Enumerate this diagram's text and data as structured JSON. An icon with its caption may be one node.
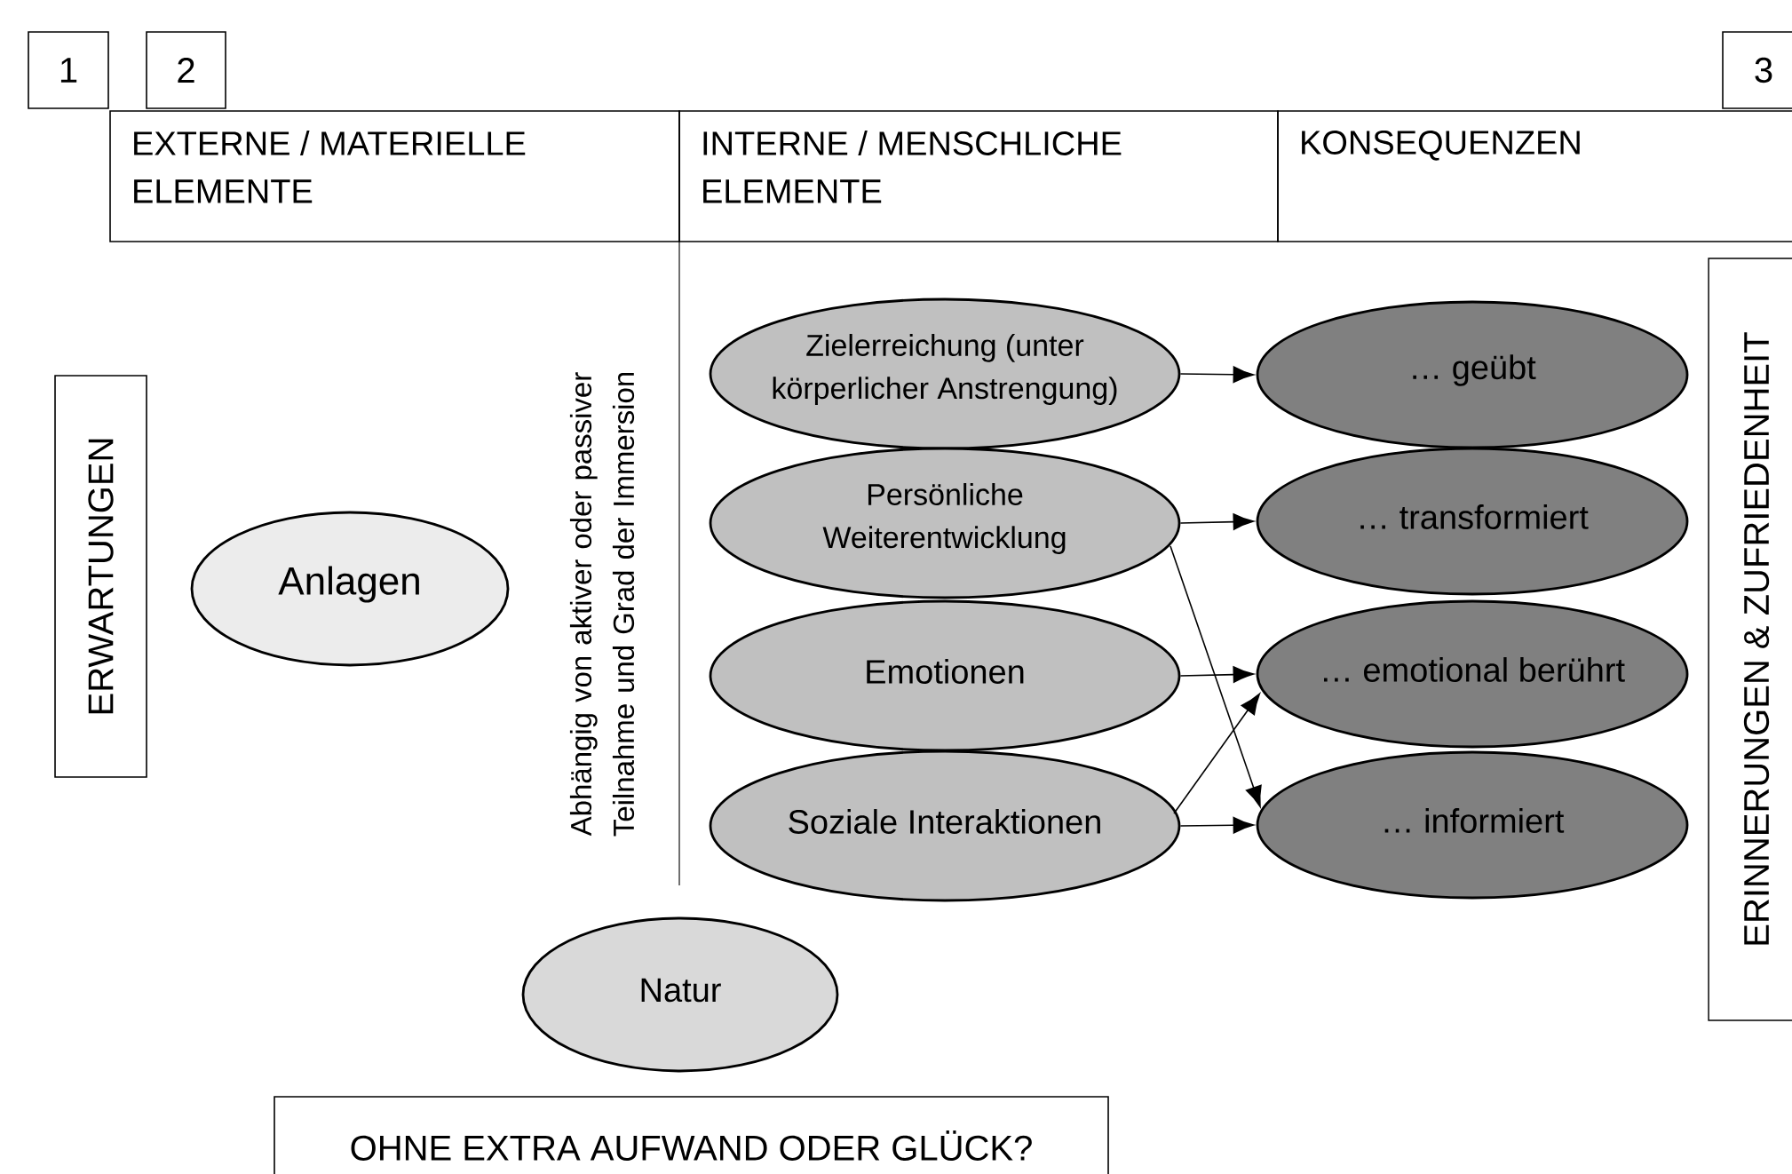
{
  "diagram": {
    "nodes": [
      {
        "text": [
          "1"
        ]
      },
      {
        "text": [
          "2"
        ]
      },
      {
        "text": [
          "3"
        ]
      },
      {
        "text": [
          "EXTERNE / MATERIELLE ELEMENTE"
        ]
      },
      {
        "text": [
          "INTERNE / MENSCHLICHE ELEMENTE"
        ]
      },
      {
        "text": [
          "KONSEQUENZEN"
        ]
      },
      {
        "text": [
          "ERWARTUNGEN"
        ]
      },
      {
        "text": [
          "Anlagen"
        ]
      },
      {
        "text": [
          "Zielerreichung (unter körperlicher Anstrengung)"
        ]
      },
      {
        "text": [
          "… geübt"
        ]
      },
      {
        "text": [
          "Persönliche Weiterentwicklung"
        ]
      },
      {
        "text": [
          "… transformiert"
        ]
      },
      {
        "text": [
          "Emotionen"
        ]
      },
      {
        "text": [
          "… emotional berührt"
        ]
      },
      {
        "text": [
          "Soziale Interaktionen"
        ]
      },
      {
        "text": [
          "… informiert"
        ]
      },
      {
        "text": [
          "ERINNERUNGEN & ZUFRIEDENHEIT"
        ]
      },
      {
        "text": [
          "Natur"
        ]
      },
      {
        "text": [
          "OHNE EXTRA AUFWAND ODER GLÜCK?"
        ]
      }
    ],
    "edges": [
      {
        "from": 8,
        "to": 9,
        "arrow": "to"
      },
      {
        "from": 10,
        "to": 11,
        "arrow": "to"
      },
      {
        "from": 10,
        "to": 15,
        "arrow": "to"
      },
      {
        "from": 12,
        "to": 13,
        "arrow": "to"
      },
      {
        "from": 14,
        "to": 13,
        "arrow": "to"
      },
      {
        "from": 14,
        "to": 15,
        "arrow": "to"
      }
    ],
    "labels": [
      "Abhängig von aktiver oder passiver Teilnahme und Grad der Immersion"
    ]
  }
}
